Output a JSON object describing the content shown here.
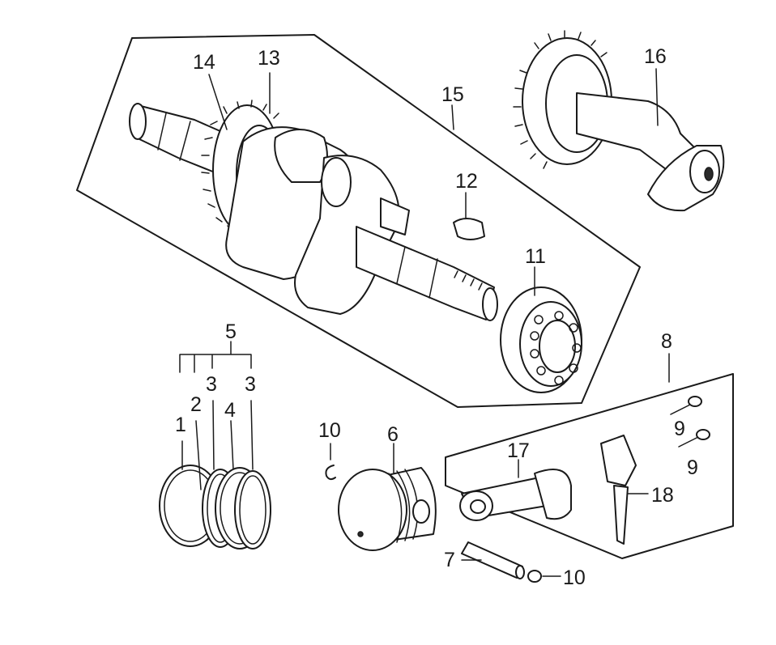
{
  "callouts": [
    {
      "id": "c14",
      "text": "14"
    },
    {
      "id": "c13",
      "text": "13"
    },
    {
      "id": "c15",
      "text": "15"
    },
    {
      "id": "c16",
      "text": "16"
    },
    {
      "id": "c12",
      "text": "12"
    },
    {
      "id": "c11",
      "text": "11"
    },
    {
      "id": "c5",
      "text": "5"
    },
    {
      "id": "c3a",
      "text": "3"
    },
    {
      "id": "c2",
      "text": "2"
    },
    {
      "id": "c3b",
      "text": "3"
    },
    {
      "id": "c4",
      "text": "4"
    },
    {
      "id": "c1",
      "text": "1"
    },
    {
      "id": "c10a",
      "text": "10"
    },
    {
      "id": "c6",
      "text": "6"
    },
    {
      "id": "c8",
      "text": "8"
    },
    {
      "id": "c9a",
      "text": "9"
    },
    {
      "id": "c9b",
      "text": "9"
    },
    {
      "id": "c17",
      "text": "17"
    },
    {
      "id": "c18",
      "text": "18"
    },
    {
      "id": "c7",
      "text": "7"
    },
    {
      "id": "c10b",
      "text": "10"
    }
  ]
}
